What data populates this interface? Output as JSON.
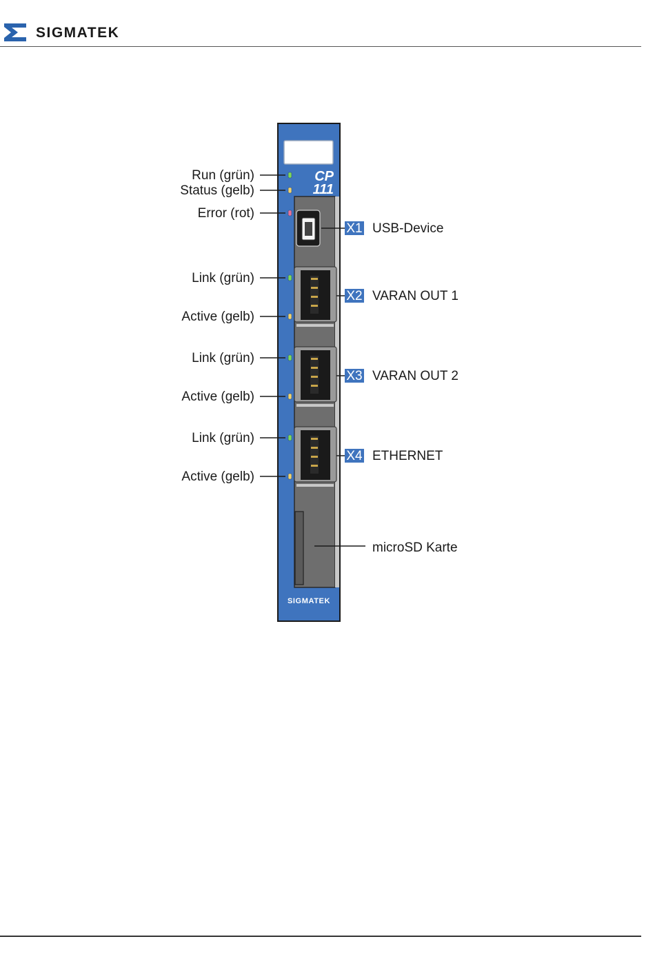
{
  "header": {
    "brand": "SIGMATEK"
  },
  "module": {
    "model_line1": "CP",
    "model_line2": "111",
    "footer_brand": "SIGMATEK"
  },
  "leds": [
    {
      "label": "Run (grün)",
      "color": "#7ed957"
    },
    {
      "label": "Status (gelb)",
      "color": "#f2d36b"
    },
    {
      "label": "Error (rot)",
      "color": "#e8739a"
    },
    {
      "label": "Link (grün)",
      "color": "#7ed957"
    },
    {
      "label": "Active (gelb)",
      "color": "#f2d36b"
    },
    {
      "label": "Link (grün)",
      "color": "#7ed957"
    },
    {
      "label": "Active (gelb)",
      "color": "#f2d36b"
    },
    {
      "label": "Link (grün)",
      "color": "#7ed957"
    },
    {
      "label": "Active (gelb)",
      "color": "#f2d36b"
    }
  ],
  "connectors": [
    {
      "id": "X1",
      "label": "USB-Device"
    },
    {
      "id": "X2",
      "label": "VARAN OUT 1"
    },
    {
      "id": "X3",
      "label": "VARAN OUT 2"
    },
    {
      "id": "X4",
      "label": "ETHERNET"
    }
  ],
  "microsd": {
    "label": "microSD Karte"
  },
  "colors": {
    "module_blue": "#3f74be",
    "panel_gray": "#6e6e6e",
    "tag_blue": "#3f74be"
  }
}
